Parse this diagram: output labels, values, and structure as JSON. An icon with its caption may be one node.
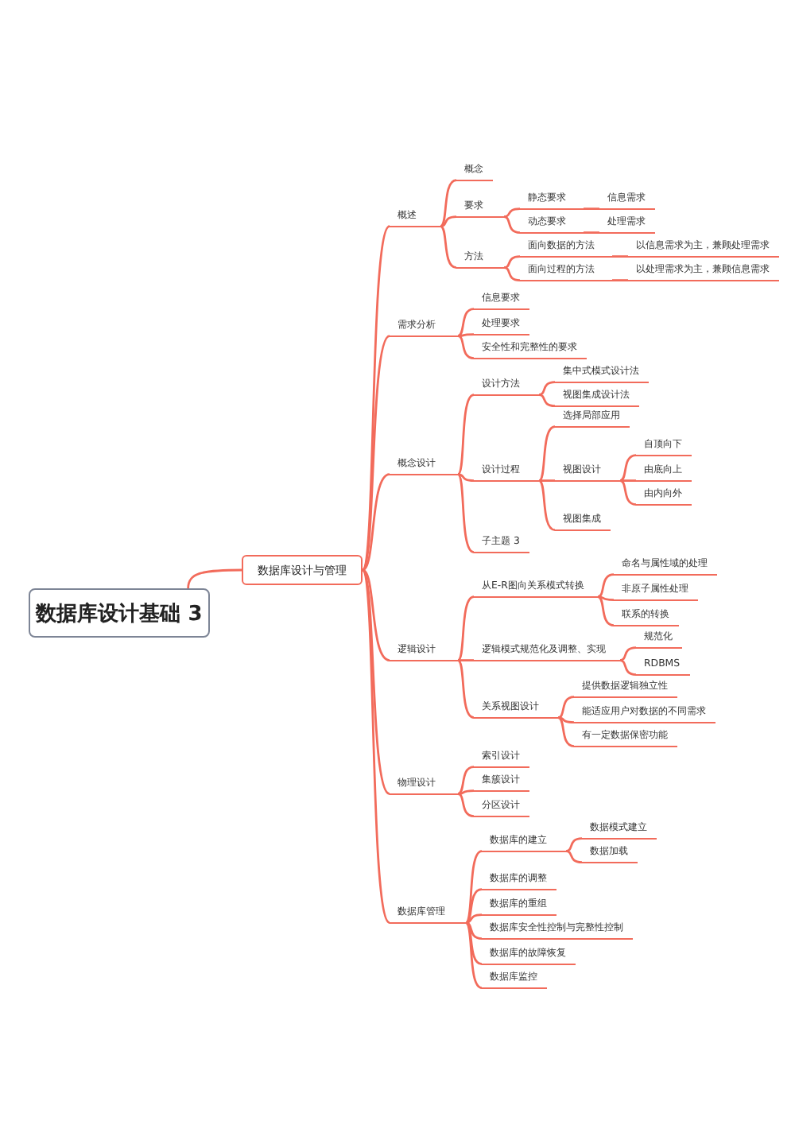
{
  "diagram": {
    "nodes": [
      {
        "text": [
          "数据库设计基础 3"
        ]
      },
      {
        "text": [
          "数据库设计与管理"
        ]
      },
      {
        "text": [
          "概述"
        ]
      },
      {
        "text": [
          "概念"
        ]
      },
      {
        "text": [
          "要求"
        ]
      },
      {
        "text": [
          "静态要求"
        ]
      },
      {
        "text": [
          "信息需求"
        ]
      },
      {
        "text": [
          "动态要求"
        ]
      },
      {
        "text": [
          "处理需求"
        ]
      },
      {
        "text": [
          "方法"
        ]
      },
      {
        "text": [
          "面向数据的方法"
        ]
      },
      {
        "text": [
          "以信息需求为主，兼顾处理需求"
        ]
      },
      {
        "text": [
          "面向过程的方法"
        ]
      },
      {
        "text": [
          "以处理需求为主，兼顾信息需求"
        ]
      },
      {
        "text": [
          "需求分析"
        ]
      },
      {
        "text": [
          "信息要求"
        ]
      },
      {
        "text": [
          "处理要求"
        ]
      },
      {
        "text": [
          "安全性和完整性的要求"
        ]
      },
      {
        "text": [
          "概念设计"
        ]
      },
      {
        "text": [
          "设计方法"
        ]
      },
      {
        "text": [
          "集中式模式设计法"
        ]
      },
      {
        "text": [
          "视图集成设计法"
        ]
      },
      {
        "text": [
          "设计过程"
        ]
      },
      {
        "text": [
          "选择局部应用"
        ]
      },
      {
        "text": [
          "视图设计"
        ]
      },
      {
        "text": [
          "自顶向下"
        ]
      },
      {
        "text": [
          "由底向上"
        ]
      },
      {
        "text": [
          "由内向外"
        ]
      },
      {
        "text": [
          "视图集成"
        ]
      },
      {
        "text": [
          "子主题 3"
        ]
      },
      {
        "text": [
          "逻辑设计"
        ]
      },
      {
        "text": [
          "从E-R图向关系模式转换"
        ]
      },
      {
        "text": [
          "命名与属性域的处理"
        ]
      },
      {
        "text": [
          "非原子属性处理"
        ]
      },
      {
        "text": [
          "联系的转换"
        ]
      },
      {
        "text": [
          "逻辑模式规范化及调整、实现"
        ]
      },
      {
        "text": [
          "规范化"
        ]
      },
      {
        "text": [
          "RDBMS"
        ]
      },
      {
        "text": [
          "关系视图设计"
        ]
      },
      {
        "text": [
          "提供数据逻辑独立性"
        ]
      },
      {
        "text": [
          "能适应用户对数据的不同需求"
        ]
      },
      {
        "text": [
          "有一定数据保密功能"
        ]
      },
      {
        "text": [
          "物理设计"
        ]
      },
      {
        "text": [
          "索引设计"
        ]
      },
      {
        "text": [
          "集簇设计"
        ]
      },
      {
        "text": [
          "分区设计"
        ]
      },
      {
        "text": [
          "数据库管理"
        ]
      },
      {
        "text": [
          "数据库的建立"
        ]
      },
      {
        "text": [
          "数据模式建立"
        ]
      },
      {
        "text": [
          "数据加载"
        ]
      },
      {
        "text": [
          "数据库的调整"
        ]
      },
      {
        "text": [
          "数据库的重组"
        ]
      },
      {
        "text": [
          "数据库安全性控制与完整性控制"
        ]
      },
      {
        "text": [
          "数据库的故障恢复"
        ]
      },
      {
        "text": [
          "数据库监控"
        ]
      }
    ],
    "edges": [
      {
        "from": 0,
        "to": 1,
        "arrow": "none"
      },
      {
        "from": 1,
        "to": 2,
        "arrow": "none"
      },
      {
        "from": 2,
        "to": 3,
        "arrow": "none"
      },
      {
        "from": 2,
        "to": 4,
        "arrow": "none"
      },
      {
        "from": 4,
        "to": 5,
        "arrow": "none"
      },
      {
        "from": 5,
        "to": 6,
        "arrow": "none"
      },
      {
        "from": 4,
        "to": 7,
        "arrow": "none"
      },
      {
        "from": 7,
        "to": 8,
        "arrow": "none"
      },
      {
        "from": 2,
        "to": 9,
        "arrow": "none"
      },
      {
        "from": 9,
        "to": 10,
        "arrow": "none"
      },
      {
        "from": 10,
        "to": 11,
        "arrow": "none"
      },
      {
        "from": 9,
        "to": 12,
        "arrow": "none"
      },
      {
        "from": 12,
        "to": 13,
        "arrow": "none"
      },
      {
        "from": 1,
        "to": 14,
        "arrow": "none"
      },
      {
        "from": 14,
        "to": 15,
        "arrow": "none"
      },
      {
        "from": 14,
        "to": 16,
        "arrow": "none"
      },
      {
        "from": 14,
        "to": 17,
        "arrow": "none"
      },
      {
        "from": 1,
        "to": 18,
        "arrow": "none"
      },
      {
        "from": 18,
        "to": 19,
        "arrow": "none"
      },
      {
        "from": 19,
        "to": 20,
        "arrow": "none"
      },
      {
        "from": 19,
        "to": 21,
        "arrow": "none"
      },
      {
        "from": 18,
        "to": 22,
        "arrow": "none"
      },
      {
        "from": 22,
        "to": 23,
        "arrow": "none"
      },
      {
        "from": 22,
        "to": 24,
        "arrow": "none"
      },
      {
        "from": 24,
        "to": 25,
        "arrow": "none"
      },
      {
        "from": 24,
        "to": 26,
        "arrow": "none"
      },
      {
        "from": 24,
        "to": 27,
        "arrow": "none"
      },
      {
        "from": 22,
        "to": 28,
        "arrow": "none"
      },
      {
        "from": 18,
        "to": 29,
        "arrow": "none"
      },
      {
        "from": 1,
        "to": 30,
        "arrow": "none"
      },
      {
        "from": 30,
        "to": 31,
        "arrow": "none"
      },
      {
        "from": 31,
        "to": 32,
        "arrow": "none"
      },
      {
        "from": 31,
        "to": 33,
        "arrow": "none"
      },
      {
        "from": 31,
        "to": 34,
        "arrow": "none"
      },
      {
        "from": 30,
        "to": 35,
        "arrow": "none"
      },
      {
        "from": 35,
        "to": 36,
        "arrow": "none"
      },
      {
        "from": 35,
        "to": 37,
        "arrow": "none"
      },
      {
        "from": 30,
        "to": 38,
        "arrow": "none"
      },
      {
        "from": 38,
        "to": 39,
        "arrow": "none"
      },
      {
        "from": 38,
        "to": 40,
        "arrow": "none"
      },
      {
        "from": 38,
        "to": 41,
        "arrow": "none"
      },
      {
        "from": 1,
        "to": 42,
        "arrow": "none"
      },
      {
        "from": 42,
        "to": 43,
        "arrow": "none"
      },
      {
        "from": 42,
        "to": 44,
        "arrow": "none"
      },
      {
        "from": 42,
        "to": 45,
        "arrow": "none"
      },
      {
        "from": 1,
        "to": 46,
        "arrow": "none"
      },
      {
        "from": 46,
        "to": 47,
        "arrow": "none"
      },
      {
        "from": 47,
        "to": 48,
        "arrow": "none"
      },
      {
        "from": 47,
        "to": 49,
        "arrow": "none"
      },
      {
        "from": 46,
        "to": 50,
        "arrow": "none"
      },
      {
        "from": 46,
        "to": 51,
        "arrow": "none"
      },
      {
        "from": 46,
        "to": 52,
        "arrow": "none"
      },
      {
        "from": 46,
        "to": 53,
        "arrow": "none"
      },
      {
        "from": 46,
        "to": 54,
        "arrow": "none"
      }
    ]
  }
}
